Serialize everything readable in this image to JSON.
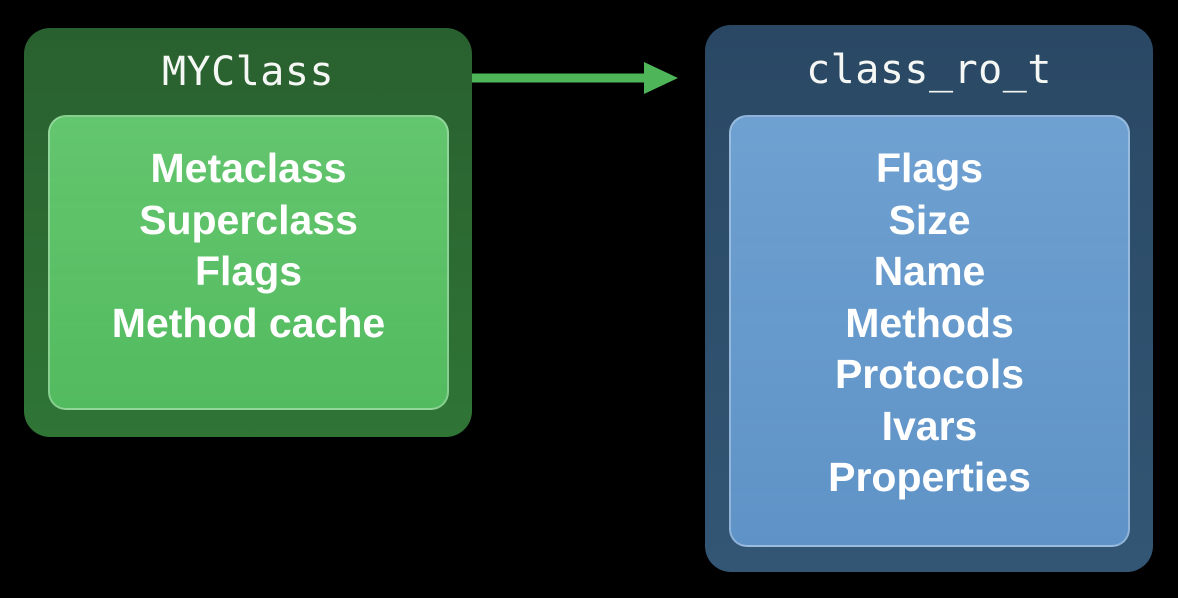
{
  "diagram": {
    "background_color": "#000000",
    "nodes": [
      {
        "title": "MYClass",
        "outer_color_top": "#29602f",
        "outer_color_bottom": "#2f7536",
        "inner_color": "#56c162",
        "text_color": "#ffffff",
        "fields": [
          "Metaclass",
          "Superclass",
          "Flags",
          "Method cache"
        ]
      },
      {
        "title": "class_ro_t",
        "outer_color_top": "#2a4864",
        "outer_color_bottom": "#325674",
        "inner_color": "#6298cd",
        "text_color": "#ffffff",
        "fields": [
          "Flags",
          "Size",
          "Name",
          "Methods",
          "Protocols",
          "Ivars",
          "Properties"
        ]
      }
    ],
    "arrow": {
      "from": "MYClass",
      "to": "class_ro_t",
      "color": "#4eb659",
      "direction": "right"
    }
  }
}
